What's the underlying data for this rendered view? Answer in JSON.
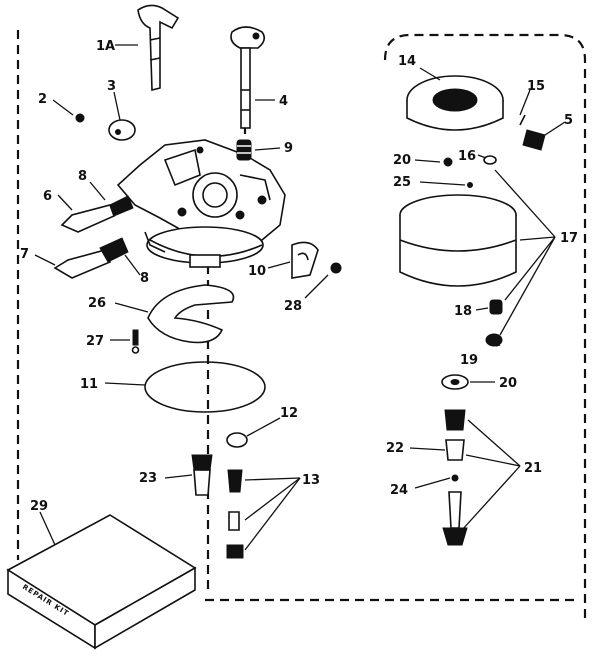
{
  "labels": {
    "p1a": "1A",
    "p2": "2",
    "p3": "3",
    "p4": "4",
    "p5": "5",
    "p6": "6",
    "p7": "7",
    "p8a": "8",
    "p8b": "8",
    "p9": "9",
    "p10": "10",
    "p11": "11",
    "p12": "12",
    "p13": "13",
    "p14": "14",
    "p15": "15",
    "p16": "16",
    "p17": "17",
    "p18": "18",
    "p19": "19",
    "p20a": "20",
    "p20b": "20",
    "p21": "21",
    "p22": "22",
    "p23": "23",
    "p24": "24",
    "p25": "25",
    "p26": "26",
    "p27": "27",
    "p28": "28",
    "p29": "29"
  },
  "repair_kit_text": "REPAIR KIT"
}
